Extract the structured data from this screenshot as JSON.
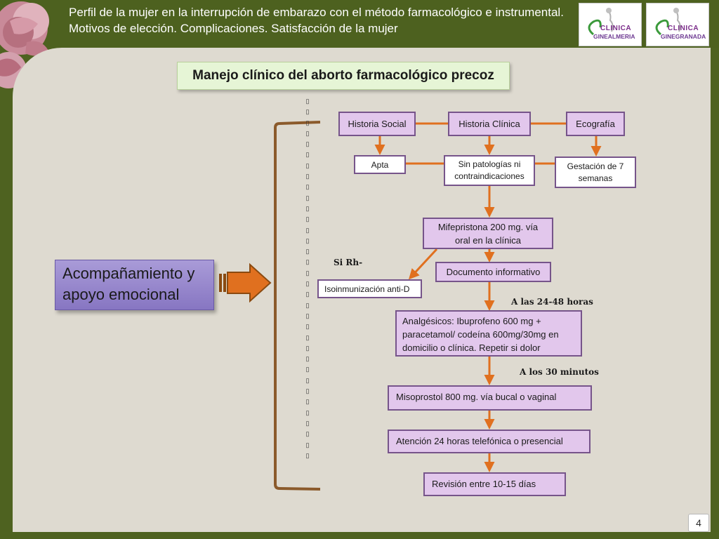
{
  "header": {
    "title": "Perfil de la mujer en la interrupción de embarazo con el método farmacológico e instrumental. Motivos de elección. Complicaciones. Satisfacción de la mujer",
    "logos": [
      {
        "line1": "CLINICA",
        "line2": "GINEALMERIA"
      },
      {
        "line1": "CLINICA",
        "line2": "GINEGRANADA"
      }
    ]
  },
  "slide": {
    "title": "Manejo clínico del aborto farmacológico precoz",
    "page_number": "4"
  },
  "side": {
    "label": "Acompañamiento y apoyo emocional"
  },
  "flow": {
    "historia_social": "Historia Social",
    "historia_clinica": "Historia Clínica",
    "ecografia": "Ecografía",
    "apta": "Apta",
    "sin_patologias": "Sin patologías ni contraindicaciones",
    "gestacion": "Gestación de 7 semanas",
    "mifepristona": "Mifepristona 200 mg. vía oral en la clínica",
    "documento": "Documento informativo",
    "isoinmunizacion": "Isoinmunización anti-D",
    "si_rh": "Si Rh-",
    "a_las": "A las 24-48 horas",
    "analgesicos": "Analgésicos: Ibuprofeno 600 mg + paracetamol/ codeína 600mg/30mg en domicilio o clínica. Repetir si dolor",
    "a_los": "A los 30 minutos",
    "misoprostol": "Misoprostol 800 mg. vía bucal o vaginal",
    "atencion": "Atención 24 horas telefónica o presencial",
    "revision": "Revisión entre 10-15 días"
  },
  "colors": {
    "frame": "#4d611f",
    "panel": "#dedad0",
    "box_fill": "#e2c7ec",
    "box_border": "#76548a",
    "arrow": "#e0701f",
    "bracket": "#8b5a2b"
  }
}
